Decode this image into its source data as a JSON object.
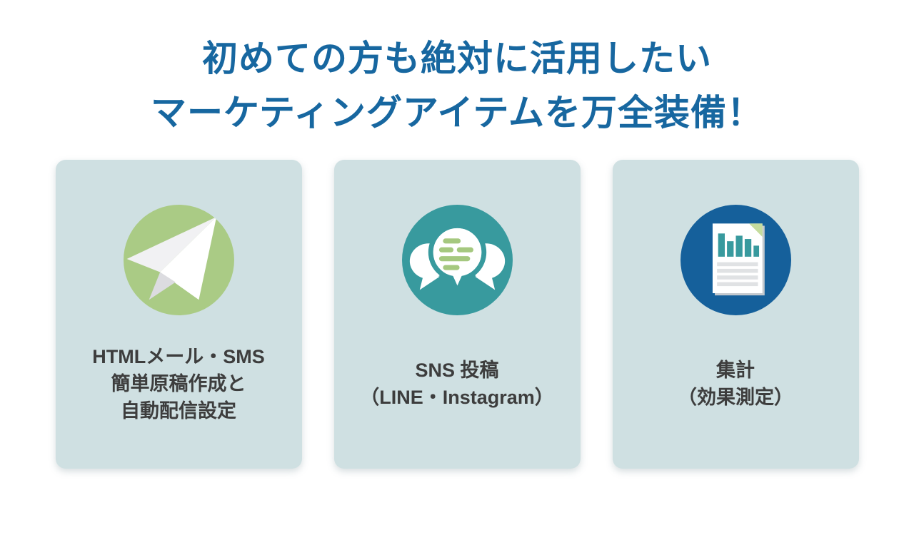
{
  "page": {
    "title_line1": "初めての方も絶対に活用したい",
    "title_line2": "マーケティングアイテムを万全装備！"
  },
  "colors": {
    "title_blue": "#1767a0",
    "card_background": "#cfe0e2",
    "card_text": "#3d3d3d",
    "icon_green": "#aacb85",
    "icon_teal": "#389a9e",
    "icon_blue": "#15609b",
    "bubble_text_green": "#a5c87f",
    "doc_fold_green": "#c5dc9e",
    "doc_bar_teal": "#389a9e",
    "doc_line_gray": "#e0e2e4"
  },
  "cards": [
    {
      "name": "html-mail-sms",
      "icon": "paper-plane-icon",
      "lines": [
        "HTMLメール・SMS",
        "簡単原稿作成と",
        "自動配信設定"
      ]
    },
    {
      "name": "sns-post",
      "icon": "speech-bubbles-icon",
      "lines": [
        "SNS 投稿",
        "（LINE・Instagram）"
      ]
    },
    {
      "name": "aggregation",
      "icon": "report-chart-icon",
      "lines": [
        "集計",
        "（効果測定）"
      ]
    }
  ]
}
